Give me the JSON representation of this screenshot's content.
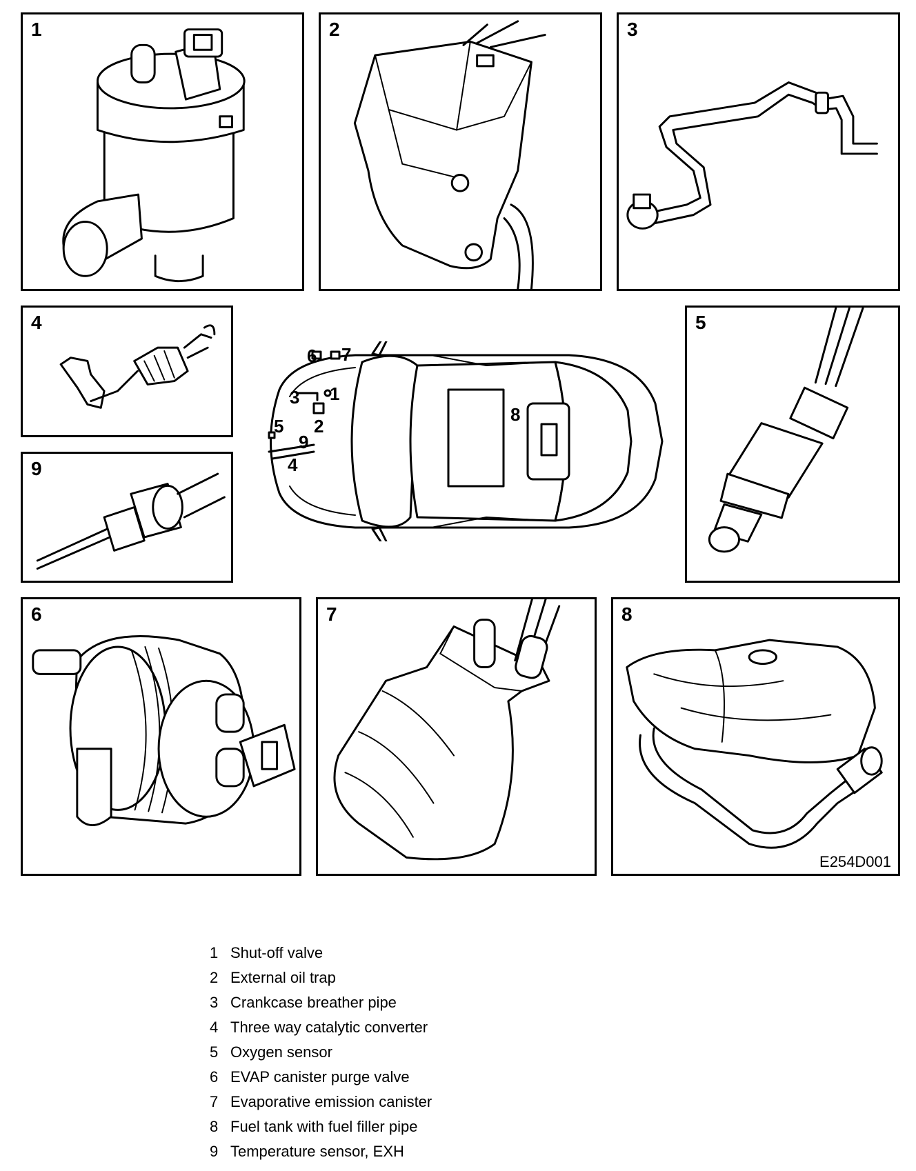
{
  "panels": [
    {
      "number": "1"
    },
    {
      "number": "2"
    },
    {
      "number": "3"
    },
    {
      "number": "4"
    },
    {
      "number": "5"
    },
    {
      "number": "9"
    },
    {
      "number": "6"
    },
    {
      "number": "7"
    },
    {
      "number": "8"
    }
  ],
  "figure_code": "E254D001",
  "car_labels": [
    "1",
    "2",
    "3",
    "4",
    "5",
    "6",
    "7",
    "8",
    "9"
  ],
  "legend": [
    {
      "number": "1",
      "text": "Shut-off valve"
    },
    {
      "number": "2",
      "text": "External oil trap"
    },
    {
      "number": "3",
      "text": "Crankcase breather pipe"
    },
    {
      "number": "4",
      "text": "Three way catalytic converter"
    },
    {
      "number": "5",
      "text": "Oxygen sensor"
    },
    {
      "number": "6",
      "text": "EVAP canister purge valve"
    },
    {
      "number": "7",
      "text": "Evaporative emission canister"
    },
    {
      "number": "8",
      "text": "Fuel tank with fuel filler pipe"
    },
    {
      "number": "9",
      "text": "Temperature sensor, EXH"
    }
  ]
}
